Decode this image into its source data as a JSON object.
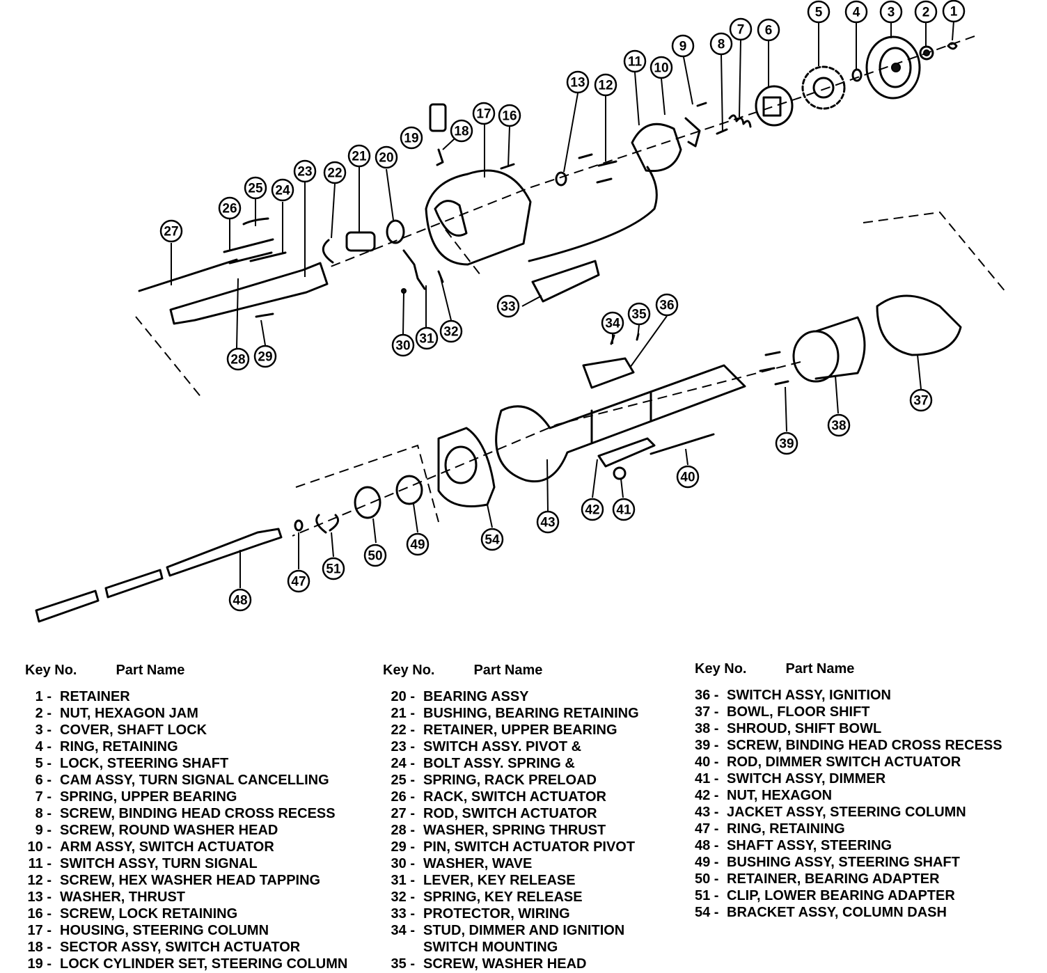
{
  "legend": {
    "header_key": "Key No.",
    "header_name": "Part Name",
    "columns": [
      [
        {
          "key": "1",
          "name": "RETAINER"
        },
        {
          "key": "2",
          "name": "NUT, HEXAGON JAM"
        },
        {
          "key": "3",
          "name": "COVER, SHAFT LOCK"
        },
        {
          "key": "4",
          "name": "RING, RETAINING"
        },
        {
          "key": "5",
          "name": "LOCK, STEERING SHAFT"
        },
        {
          "key": "6",
          "name": "CAM ASSY, TURN SIGNAL CANCELLING"
        },
        {
          "key": "7",
          "name": "SPRING, UPPER BEARING"
        },
        {
          "key": "8",
          "name": "SCREW, BINDING HEAD CROSS RECESS"
        },
        {
          "key": "9",
          "name": "SCREW, ROUND WASHER HEAD"
        },
        {
          "key": "10",
          "name": "ARM ASSY, SWITCH ACTUATOR"
        },
        {
          "key": "11",
          "name": "SWITCH ASSY, TURN SIGNAL"
        },
        {
          "key": "12",
          "name": "SCREW, HEX WASHER HEAD TAPPING"
        },
        {
          "key": "13",
          "name": "WASHER, THRUST"
        },
        {
          "key": "16",
          "name": "SCREW, LOCK RETAINING"
        },
        {
          "key": "17",
          "name": "HOUSING, STEERING COLUMN"
        },
        {
          "key": "18",
          "name": "SECTOR ASSY, SWITCH ACTUATOR"
        },
        {
          "key": "19",
          "name": "LOCK CYLINDER SET, STEERING COLUMN"
        }
      ],
      [
        {
          "key": "20",
          "name": "BEARING ASSY"
        },
        {
          "key": "21",
          "name": "BUSHING, BEARING RETAINING"
        },
        {
          "key": "22",
          "name": "RETAINER, UPPER BEARING"
        },
        {
          "key": "23",
          "name": "SWITCH ASSY. PIVOT &"
        },
        {
          "key": "24",
          "name": "BOLT ASSY. SPRING &"
        },
        {
          "key": "25",
          "name": "SPRING, RACK PRELOAD"
        },
        {
          "key": "26",
          "name": "RACK, SWITCH ACTUATOR"
        },
        {
          "key": "27",
          "name": "ROD, SWITCH ACTUATOR"
        },
        {
          "key": "28",
          "name": "WASHER, SPRING THRUST"
        },
        {
          "key": "29",
          "name": "PIN, SWITCH ACTUATOR PIVOT"
        },
        {
          "key": "30",
          "name": "WASHER, WAVE"
        },
        {
          "key": "31",
          "name": "LEVER, KEY RELEASE"
        },
        {
          "key": "32",
          "name": "SPRING, KEY RELEASE"
        },
        {
          "key": "33",
          "name": "PROTECTOR, WIRING"
        },
        {
          "key": "34",
          "name": "STUD, DIMMER AND IGNITION"
        },
        {
          "key": "",
          "name": "SWITCH MOUNTING"
        },
        {
          "key": "35",
          "name": "SCREW, WASHER HEAD"
        }
      ],
      [
        {
          "key": "36",
          "name": "SWITCH ASSY, IGNITION"
        },
        {
          "key": "37",
          "name": "BOWL, FLOOR SHIFT"
        },
        {
          "key": "38",
          "name": "SHROUD, SHIFT BOWL"
        },
        {
          "key": "39",
          "name": "SCREW, BINDING HEAD CROSS RECESS"
        },
        {
          "key": "40",
          "name": "ROD, DIMMER SWITCH ACTUATOR"
        },
        {
          "key": "41",
          "name": "SWITCH ASSY, DIMMER"
        },
        {
          "key": "42",
          "name": "NUT, HEXAGON"
        },
        {
          "key": "43",
          "name": "JACKET ASSY, STEERING COLUMN"
        },
        {
          "key": "47",
          "name": "RING, RETAINING"
        },
        {
          "key": "48",
          "name": "SHAFT ASSY, STEERING"
        },
        {
          "key": "49",
          "name": "BUSHING ASSY, STEERING SHAFT"
        },
        {
          "key": "50",
          "name": "RETAINER, BEARING ADAPTER"
        },
        {
          "key": "51",
          "name": "CLIP, LOWER BEARING ADAPTER"
        },
        {
          "key": "54",
          "name": "BRACKET ASSY, COLUMN DASH"
        }
      ]
    ]
  },
  "callouts": [
    "1",
    "2",
    "3",
    "4",
    "5",
    "6",
    "7",
    "8",
    "9",
    "10",
    "11",
    "12",
    "13",
    "16",
    "17",
    "18",
    "19",
    "20",
    "21",
    "22",
    "23",
    "24",
    "25",
    "26",
    "27",
    "28",
    "29",
    "30",
    "31",
    "32",
    "33",
    "34",
    "35",
    "36",
    "37",
    "38",
    "39",
    "40",
    "41",
    "42",
    "43",
    "47",
    "48",
    "49",
    "50",
    "51",
    "54"
  ]
}
